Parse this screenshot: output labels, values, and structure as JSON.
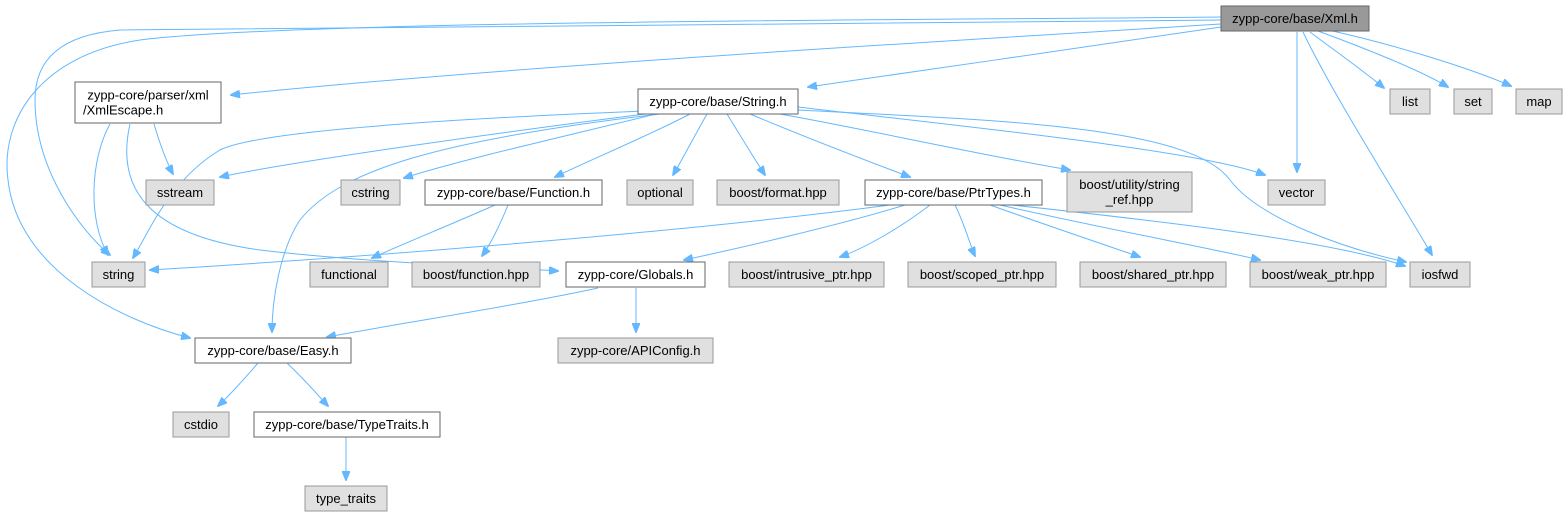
{
  "diagram": {
    "colors": {
      "edge": "#63b8ff",
      "self_fill": "#999999",
      "file_fill": "#ffffff",
      "external_fill": "#e0e0e0",
      "border": "#666666"
    },
    "nodes": {
      "xml_h": {
        "lines": [
          "zypp-core/base/Xml.h"
        ],
        "kind": "self"
      },
      "xml_escape_h": {
        "lines": [
          "zypp-core/parser/xml",
          "/XmlEscape.h"
        ],
        "kind": "file"
      },
      "string_h": {
        "lines": [
          "zypp-core/base/String.h"
        ],
        "kind": "file"
      },
      "list": {
        "lines": [
          "list"
        ],
        "kind": "external"
      },
      "set": {
        "lines": [
          "set"
        ],
        "kind": "external"
      },
      "map": {
        "lines": [
          "map"
        ],
        "kind": "external"
      },
      "sstream": {
        "lines": [
          "sstream"
        ],
        "kind": "external"
      },
      "cstring": {
        "lines": [
          "cstring"
        ],
        "kind": "external"
      },
      "function_h": {
        "lines": [
          "zypp-core/base/Function.h"
        ],
        "kind": "file"
      },
      "optional": {
        "lines": [
          "optional"
        ],
        "kind": "external"
      },
      "boost_format": {
        "lines": [
          "boost/format.hpp"
        ],
        "kind": "external"
      },
      "ptrtypes_h": {
        "lines": [
          "zypp-core/base/PtrTypes.h"
        ],
        "kind": "file"
      },
      "boost_string_ref": {
        "lines": [
          "boost/utility/string",
          "_ref.hpp"
        ],
        "kind": "external"
      },
      "vector": {
        "lines": [
          "vector"
        ],
        "kind": "external"
      },
      "string": {
        "lines": [
          "string"
        ],
        "kind": "external"
      },
      "functional": {
        "lines": [
          "functional"
        ],
        "kind": "external"
      },
      "boost_function": {
        "lines": [
          "boost/function.hpp"
        ],
        "kind": "external"
      },
      "globals_h": {
        "lines": [
          "zypp-core/Globals.h"
        ],
        "kind": "file"
      },
      "boost_intrusive": {
        "lines": [
          "boost/intrusive_ptr.hpp"
        ],
        "kind": "external"
      },
      "boost_scoped": {
        "lines": [
          "boost/scoped_ptr.hpp"
        ],
        "kind": "external"
      },
      "boost_shared": {
        "lines": [
          "boost/shared_ptr.hpp"
        ],
        "kind": "external"
      },
      "boost_weak": {
        "lines": [
          "boost/weak_ptr.hpp"
        ],
        "kind": "external"
      },
      "iosfwd": {
        "lines": [
          "iosfwd"
        ],
        "kind": "external"
      },
      "easy_h": {
        "lines": [
          "zypp-core/base/Easy.h"
        ],
        "kind": "file"
      },
      "apiconfig_h": {
        "lines": [
          "zypp-core/APIConfig.h"
        ],
        "kind": "external"
      },
      "cstdio": {
        "lines": [
          "cstdio"
        ],
        "kind": "external"
      },
      "typetraits_h": {
        "lines": [
          "zypp-core/base/TypeTraits.h"
        ],
        "kind": "file"
      },
      "type_traits": {
        "lines": [
          "type_traits"
        ],
        "kind": "external"
      }
    }
  }
}
